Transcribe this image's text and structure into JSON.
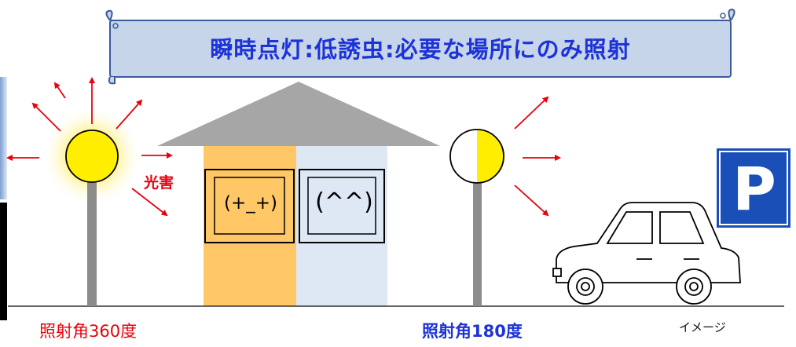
{
  "banner": {
    "title": "瞬時点灯:低誘虫:必要な場所にのみ照射"
  },
  "labels": {
    "light_pollution": "光害",
    "face_left": "(+_+)",
    "face_right": "(^^)",
    "angle_left": "照射角360度",
    "angle_right": "照射角180度",
    "image_note": "イメージ",
    "parking_sign": "P"
  },
  "colors": {
    "title_text": "#1d33d8",
    "banner_fill": "#c6d5ea",
    "banner_border": "#3a5a9a",
    "arrow_red": "#e8000b",
    "lamp_yellow": "#ffee00",
    "house_left_wall": "#ffc766",
    "house_right_wall": "#dde8f4",
    "roof_gray": "#a6a6a6",
    "pole_gray": "#8c8c8c",
    "parking_blue": "#1a4fb8"
  },
  "icons": {
    "lamp_left": "streetlight-360-icon",
    "lamp_right": "streetlight-180-icon",
    "car": "car-icon",
    "parking": "parking-sign-icon"
  }
}
